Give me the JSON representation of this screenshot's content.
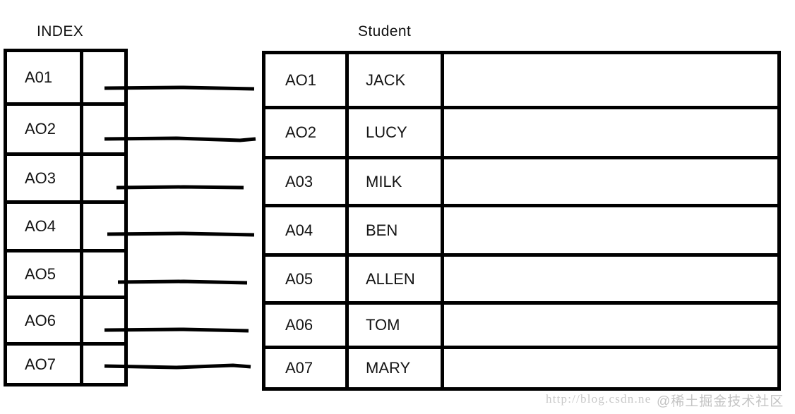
{
  "diagram": {
    "index_table": {
      "caption": "INDEX",
      "rows": [
        {
          "key": "A01",
          "pointer": ""
        },
        {
          "key": "AO2",
          "pointer": ""
        },
        {
          "key": "AO3",
          "pointer": ""
        },
        {
          "key": "AO4",
          "pointer": ""
        },
        {
          "key": "AO5",
          "pointer": ""
        },
        {
          "key": "AO6",
          "pointer": ""
        },
        {
          "key": "AO7",
          "pointer": ""
        }
      ]
    },
    "student_table": {
      "caption": "Student",
      "rows": [
        {
          "id": "AO1",
          "name": "JACK",
          "extra": ""
        },
        {
          "id": "AO2",
          "name": "LUCY",
          "extra": ""
        },
        {
          "id": "A03",
          "name": "MILK",
          "extra": ""
        },
        {
          "id": "A04",
          "name": "BEN",
          "extra": ""
        },
        {
          "id": "A05",
          "name": "ALLEN",
          "extra": ""
        },
        {
          "id": "A06",
          "name": "TOM",
          "extra": ""
        },
        {
          "id": "A07",
          "name": "MARY",
          "extra": ""
        }
      ]
    },
    "connectors": {
      "count": 7,
      "description": "pointer-line"
    }
  },
  "watermark": {
    "url": "http://blog.csdn.ne",
    "brand": "@稀土掘金技术社区"
  },
  "colors": {
    "stroke": "#000000",
    "text": "#141414",
    "background": "#ffffff",
    "watermark": "#c9c9c9"
  }
}
